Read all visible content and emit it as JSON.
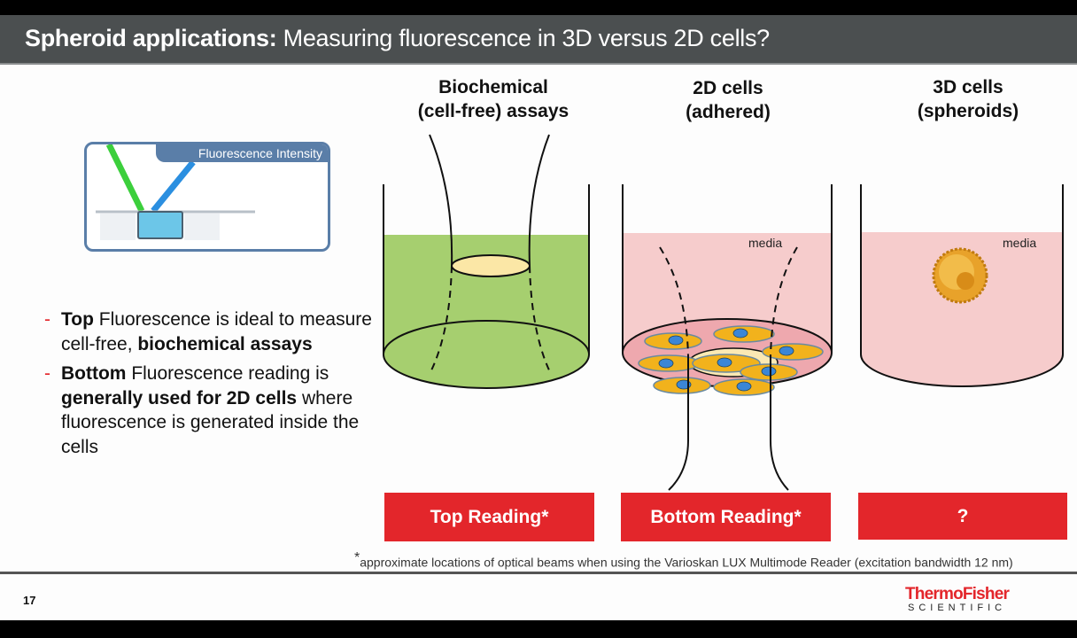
{
  "header": {
    "title_bold": "Spheroid applications:",
    "title_rest": " Measuring fluorescence in 3D versus 2D cells?"
  },
  "inset": {
    "label": "Fluorescence Intensity"
  },
  "columns": [
    {
      "title_line1": "Biochemical",
      "title_line2": "(cell-free) assays",
      "button": "Top Reading*"
    },
    {
      "title_line1": "2D cells",
      "title_line2": "(adhered)",
      "media_label": "media",
      "button": "Bottom Reading*"
    },
    {
      "title_line1": "3D cells",
      "title_line2": "(spheroids)",
      "media_label": "media",
      "button": "?"
    }
  ],
  "bullets": [
    {
      "dash": "-",
      "parts": [
        {
          "b": "Top"
        },
        {
          "t": " Fluorescence is ideal to measure cell-free, "
        },
        {
          "b": "biochemical assays"
        }
      ]
    },
    {
      "dash": "-",
      "parts": [
        {
          "b": "Bottom"
        },
        {
          "t": " Fluorescence reading is "
        },
        {
          "b": "generally used for 2D cells"
        },
        {
          "t": " where fluorescence is generated inside the cells"
        }
      ]
    }
  ],
  "footnote": {
    "mark": "*",
    "text": "approximate locations of optical beams when using the Varioskan LUX Multimode Reader (excitation bandwidth 12 nm)"
  },
  "footer": {
    "page": "17",
    "logo_line1": "ThermoFisher",
    "logo_line2": "SCIENTIFIC"
  },
  "colors": {
    "header": "#4b4f50",
    "accent_red": "#e3262b",
    "green_liquid": "#a6cf6f",
    "pink_media": "#f6cccc"
  }
}
